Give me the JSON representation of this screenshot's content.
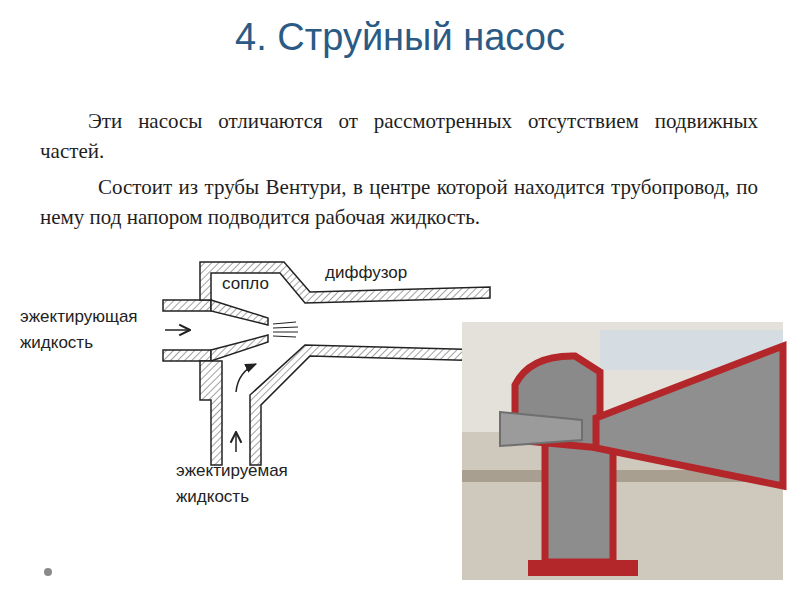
{
  "diagram": {
    "title": "4. Струйный насос",
    "labels": [
      "Эти насосы отличаются от рассмотренных отсутствием подвижных частей.",
      "Состоит из трубы Вентури, в центре которой находится трубопровод, по нему под напором подводится рабочая жидкость.",
      "сопло",
      "диффузор",
      "эжектирующая жидкость",
      "эжектируемая жидкость"
    ]
  }
}
